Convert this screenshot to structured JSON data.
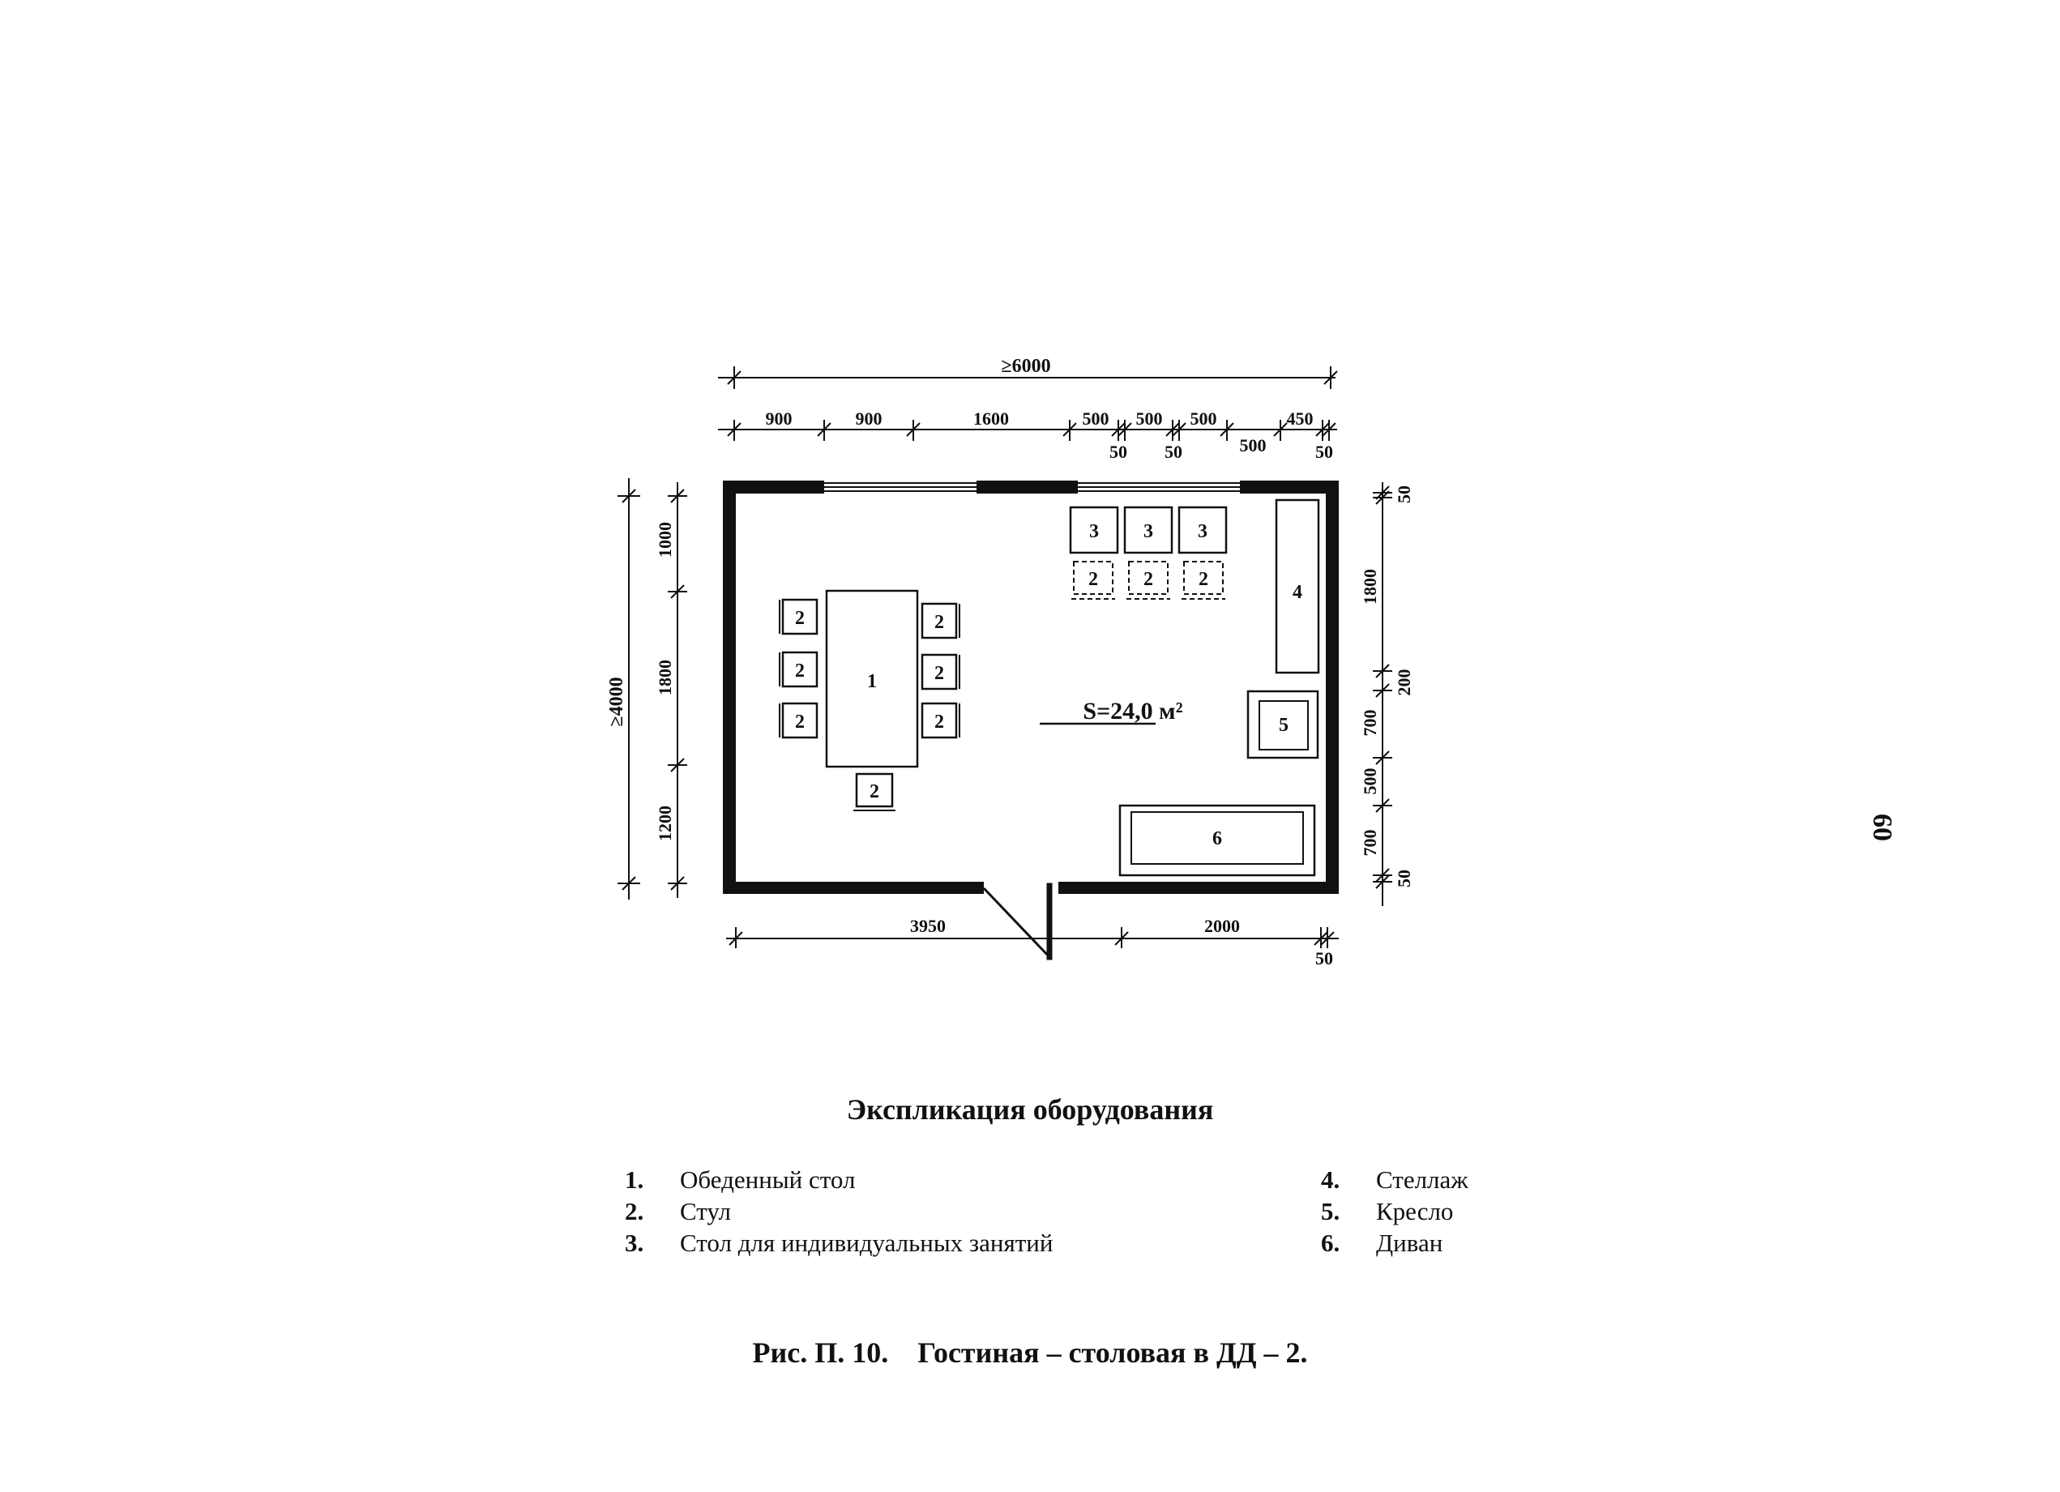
{
  "page_number": "60",
  "dimensions": {
    "overall_width": "≥6000",
    "top_segments": [
      "900",
      "900",
      "1600",
      "500",
      "500",
      "500",
      "450"
    ],
    "top_small": [
      "50",
      "50",
      "500",
      "50"
    ],
    "overall_height": "≥4000",
    "left_segments": [
      "1000",
      "1800",
      "1200"
    ],
    "right_segments": [
      "50",
      "1800",
      "200",
      "700",
      "500",
      "700",
      "50"
    ],
    "bottom_segments": [
      "3950",
      "2000"
    ],
    "bottom_small": "50"
  },
  "furniture_labels": {
    "dining_table": "1",
    "chair": "2",
    "study_table": "3",
    "shelf": "4",
    "armchair": "5",
    "sofa": "6"
  },
  "area_label": "S=24,0 м²",
  "legend": {
    "title": "Экспликация оборудования",
    "items": [
      {
        "num": "1.",
        "label": "Обеденный стол"
      },
      {
        "num": "2.",
        "label": "Стул"
      },
      {
        "num": "3.",
        "label": "Стол для индивидуальных занятий"
      },
      {
        "num": "4.",
        "label": "Стеллаж"
      },
      {
        "num": "5.",
        "label": "Кресло"
      },
      {
        "num": "6.",
        "label": "Диван"
      }
    ]
  },
  "caption": "Рис. П. 10.    Гостиная – столовая в ДД – 2."
}
